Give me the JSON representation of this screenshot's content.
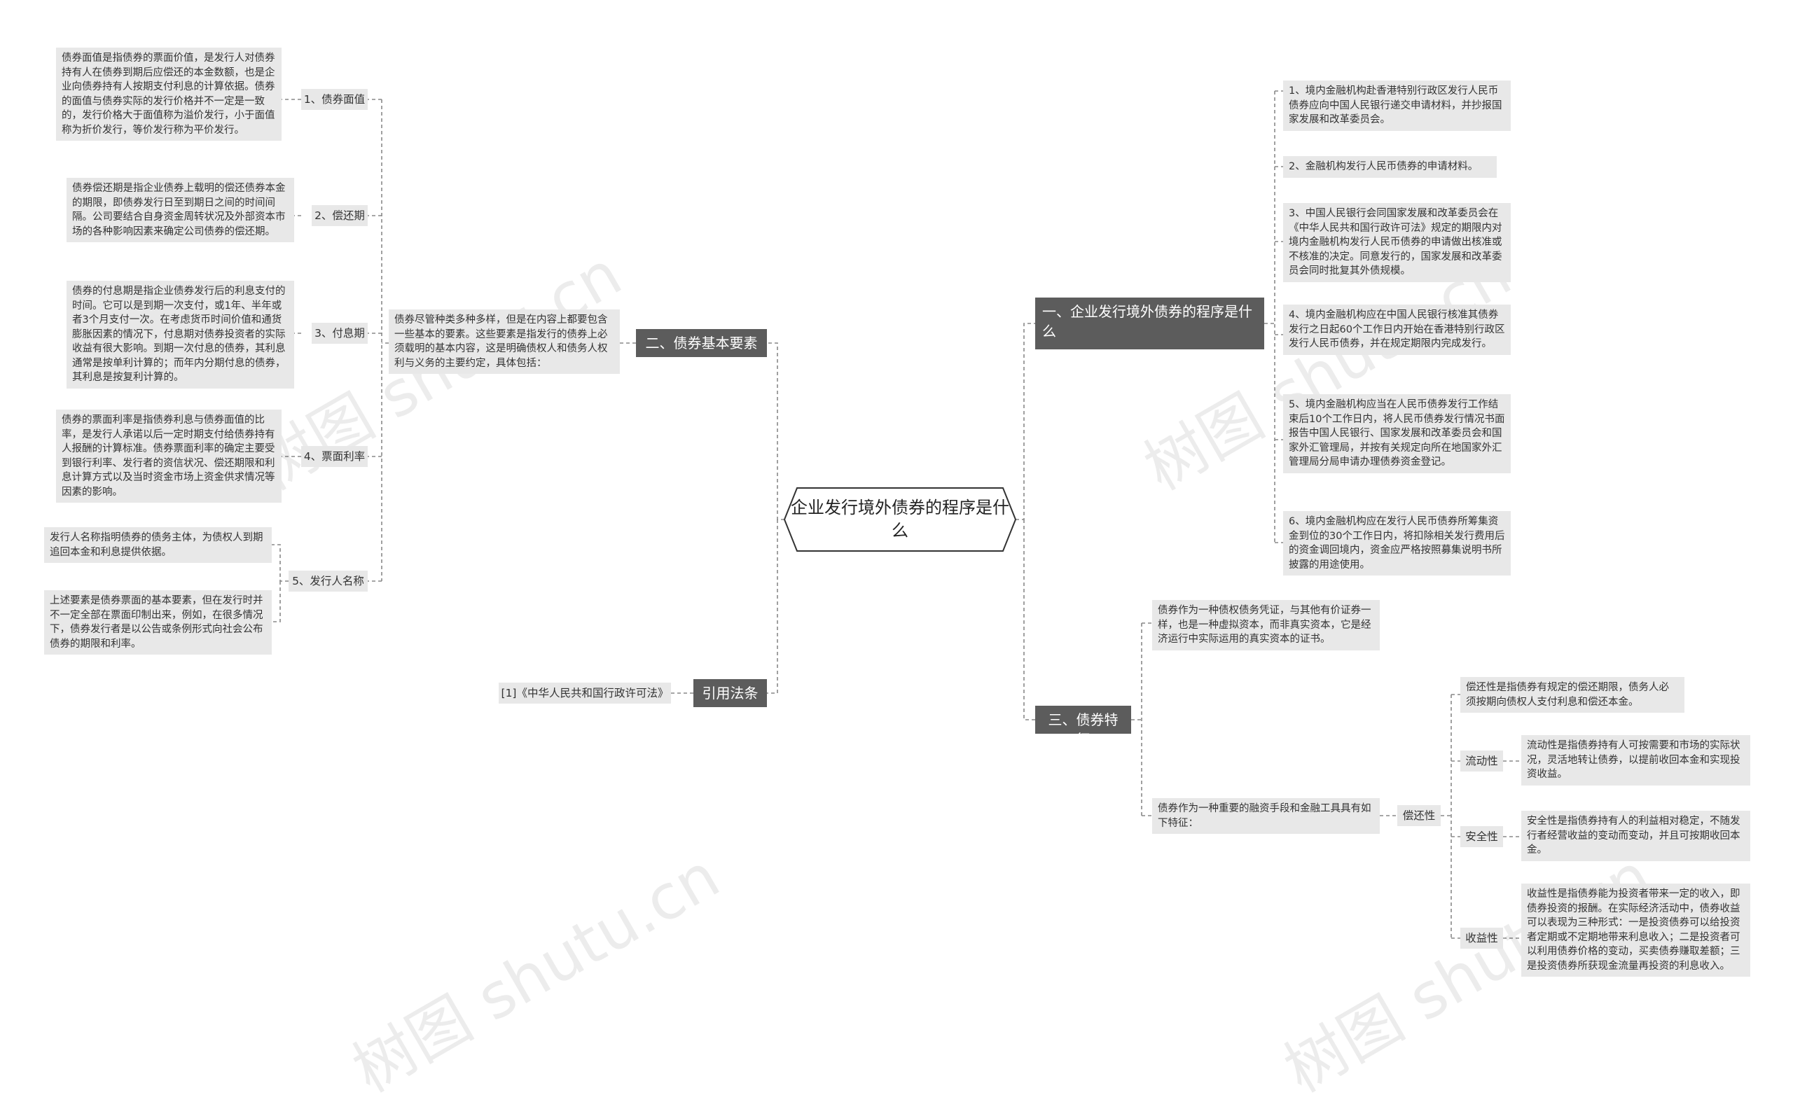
{
  "root": "企业发行境外债券的程序是什么",
  "left": {
    "elements": {
      "title": "二、债券基本要素",
      "intro": "债券尽管种类多种多样，但是在内容上都要包含一些基本的要素。这些要素是指发行的债券上必须载明的基本内容，这是明确债权人和债务人权利与义务的主要约定，具体包括：",
      "items": [
        {
          "label": "1、债券面值",
          "desc": [
            "债券面值是指债券的票面价值，是发行人对债券持有人在债券到期后应偿还的本金数额，也是企业向债券持有人按期支付利息的计算依据。债券的面值与债券实际的发行价格并不一定是一致的，发行价格大于面值称为溢价发行，小于面值称为折价发行，等价发行称为平价发行。"
          ]
        },
        {
          "label": "2、偿还期",
          "desc": [
            "债券偿还期是指企业债券上载明的偿还债券本金的期限，即债券发行日至到期日之间的时间间隔。公司要结合自身资金周转状况及外部资本市场的各种影响因素来确定公司债券的偿还期。"
          ]
        },
        {
          "label": "3、付息期",
          "desc": [
            "债券的付息期是指企业债券发行后的利息支付的时间。它可以是到期一次支付，或1年、半年或者3个月支付一次。在考虑货币时间价值和通货膨胀因素的情况下，付息期对债券投资者的实际收益有很大影响。到期一次付息的债券，其利息通常是按单利计算的；而年内分期付息的债券，其利息是按复利计算的。"
          ]
        },
        {
          "label": "4、票面利率",
          "desc": [
            "债券的票面利率是指债券利息与债券面值的比率，是发行人承诺以后一定时期支付给债券持有人报酬的计算标准。债券票面利率的确定主要受到银行利率、发行者的资信状况、偿还期限和利息计算方式以及当时资金市场上资金供求情况等因素的影响。"
          ]
        },
        {
          "label": "5、发行人名称",
          "desc": [
            "发行人名称指明债券的债务主体，为债权人到期追回本金和利息提供依据。",
            "上述要素是债券票面的基本要素，但在发行时并不一定全部在票面印制出来，例如，在很多情况下，债券发行者是以公告或条例形式向社会公布债券的期限和利率。"
          ]
        }
      ]
    },
    "law": {
      "title": "引用法条",
      "item": "[1]《中华人民共和国行政许可法》"
    }
  },
  "right": {
    "procedure": {
      "title": "一、企业发行境外债券的程序是什么",
      "items": [
        "1、境内金融机构赴香港特别行政区发行人民币债券应向中国人民银行递交申请材料，并抄报国家发展和改革委员会。",
        "2、金融机构发行人民币债券的申请材料。",
        "3、中国人民银行会同国家发展和改革委员会在《中华人民共和国行政许可法》规定的期限内对境内金融机构发行人民币债券的申请做出核准或不核准的决定。同意发行的，国家发展和改革委员会同时批复其外债规模。",
        "4、境内金融机构应在中国人民银行核准其债券发行之日起60个工作日内开始在香港特别行政区发行人民币债券，并在规定期限内完成发行。",
        "5、境内金融机构应当在人民币债券发行工作结束后10个工作日内，将人民币债券发行情况书面报告中国人民银行、国家发展和改革委员会和国家外汇管理局，并按有关规定向所在地国家外汇管理局分局申请办理债券资金登记。",
        "6、境内金融机构应在发行人民币债券所筹集资金到位的30个工作日内，将扣除相关发行费用后的资金调回境内，资金应严格按照募集说明书所披露的用途使用。"
      ]
    },
    "features": {
      "title": "三、债券特征",
      "item1": "债券作为一种债权债务凭证，与其他有价证券一样，也是一种虚拟资本，而非真实资本，它是经济运行中实际运用的真实资本的证书。",
      "item2": "债券作为一种重要的融资手段和金融工具具有如下特征：",
      "hub": "偿还性",
      "subs": [
        {
          "label": null,
          "desc": "偿还性是指债券有规定的偿还期限，债务人必须按期向债权人支付利息和偿还本金。"
        },
        {
          "label": "流动性",
          "desc": "流动性是指债券持有人可按需要和市场的实际状况，灵活地转让债券，以提前收回本金和实现投资收益。"
        },
        {
          "label": "安全性",
          "desc": "安全性是指债券持有人的利益相对稳定，不随发行者经营收益的变动而变动，并且可按期收回本金。"
        },
        {
          "label": "收益性",
          "desc": "收益性是指债券能为投资者带来一定的收入，即债券投资的报酬。在实际经济活动中，债券收益可以表现为三种形式：一是投资债券可以给投资者定期或不定期地带来利息收入；二是投资者可以利用债券价格的变动，买卖债券赚取差额；三是投资债券所获现金流量再投资的利息收入。"
        }
      ]
    }
  },
  "watermark": "树图 shutu.cn"
}
